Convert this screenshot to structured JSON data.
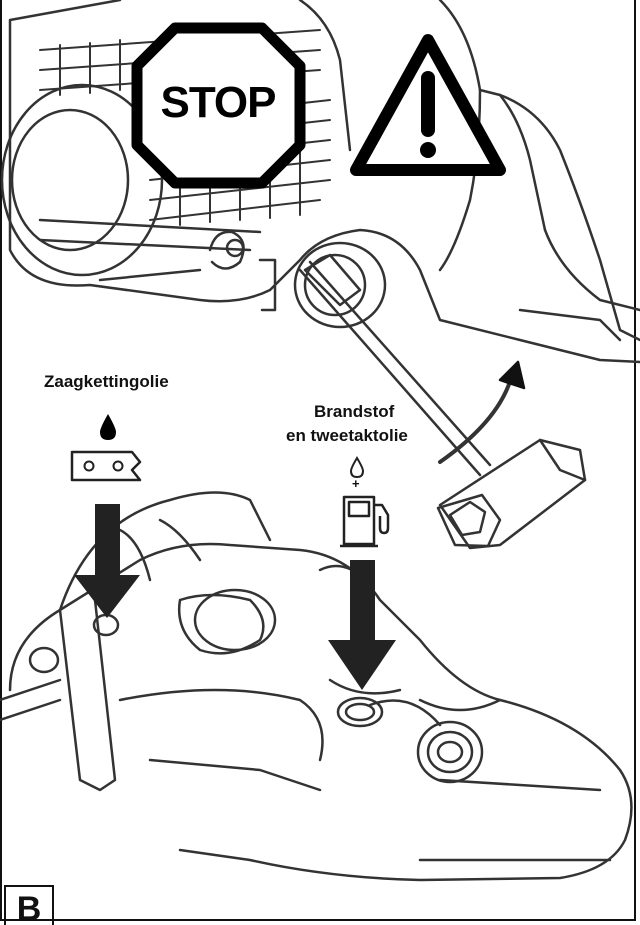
{
  "figure": {
    "letter": "B",
    "stop_sign": {
      "text": "STOP"
    },
    "warning_symbol": "exclamation-triangle",
    "labels": {
      "chain_oil": "Zaagkettingolie",
      "fuel_line1": "Brandstof",
      "fuel_line2": "en tweetaktolie",
      "fuel_plus": "+"
    },
    "colors": {
      "ink": "#111111",
      "background": "#ffffff",
      "line_gray": "#555555"
    },
    "icons": [
      "stop-sign-icon",
      "warning-triangle-icon",
      "oil-drop-icon",
      "saw-chain-icon",
      "fuel-pump-icon",
      "down-arrow-icon",
      "curved-arrow-icon",
      "combination-wrench-icon"
    ]
  }
}
